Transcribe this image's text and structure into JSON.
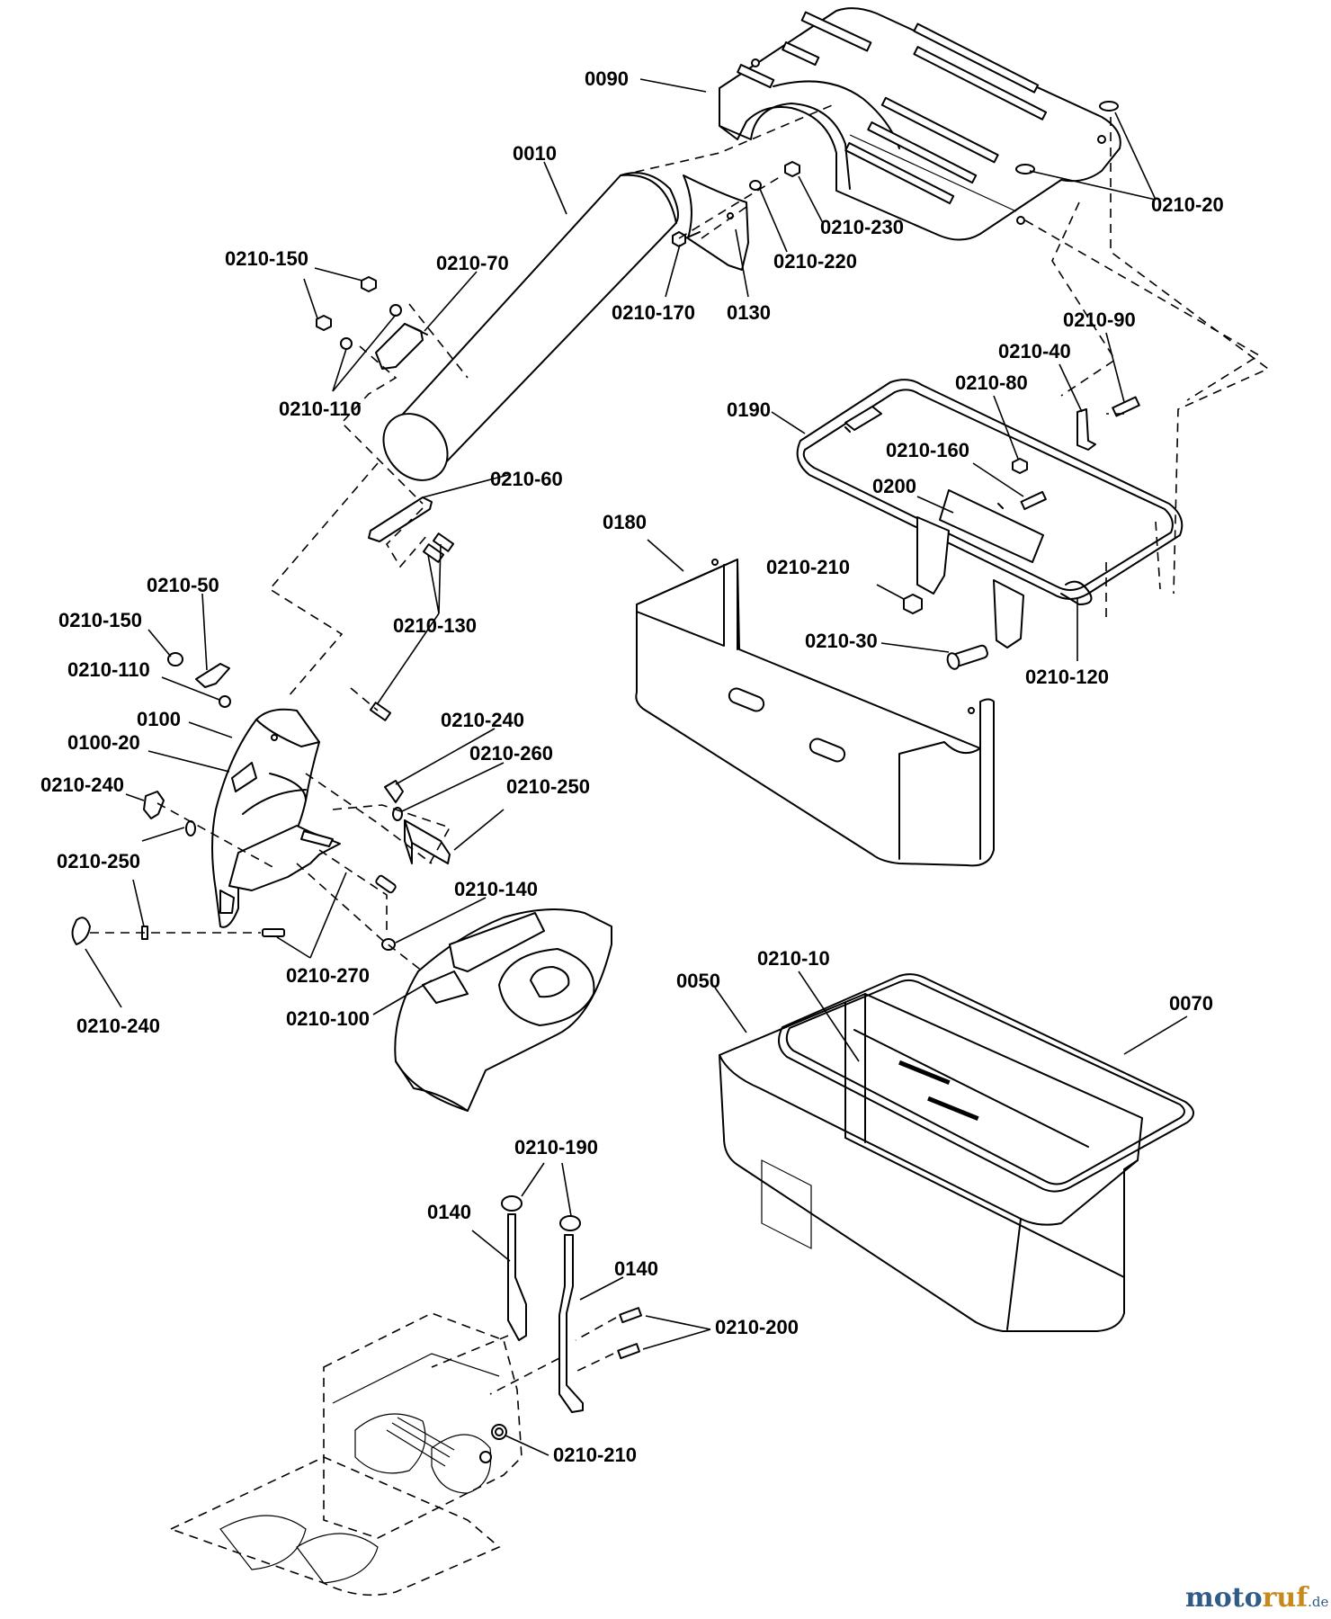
{
  "labels": [
    {
      "text": "0090"
    },
    {
      "text": "0010"
    },
    {
      "text": "0210-20"
    },
    {
      "text": "0210-230"
    },
    {
      "text": "0210-220"
    },
    {
      "text": "0210-170"
    },
    {
      "text": "0130"
    },
    {
      "text": "0210-150"
    },
    {
      "text": "0210-70"
    },
    {
      "text": "0210-110"
    },
    {
      "text": "0210-90"
    },
    {
      "text": "0210-40"
    },
    {
      "text": "0210-80"
    },
    {
      "text": "0190"
    },
    {
      "text": "0210-160"
    },
    {
      "text": "0200"
    },
    {
      "text": "0210-60"
    },
    {
      "text": "0180"
    },
    {
      "text": "0210-210"
    },
    {
      "text": "0210-30"
    },
    {
      "text": "0210-120"
    },
    {
      "text": "0210-50"
    },
    {
      "text": "0210-150"
    },
    {
      "text": "0210-130"
    },
    {
      "text": "0210-110"
    },
    {
      "text": "0100"
    },
    {
      "text": "0100-20"
    },
    {
      "text": "0210-240"
    },
    {
      "text": "0210-250"
    },
    {
      "text": "0210-240"
    },
    {
      "text": "0210-260"
    },
    {
      "text": "0210-250"
    },
    {
      "text": "0210-140"
    },
    {
      "text": "0210-270"
    },
    {
      "text": "0210-100"
    },
    {
      "text": "0210-240"
    },
    {
      "text": "0210-10"
    },
    {
      "text": "0050"
    },
    {
      "text": "0070"
    },
    {
      "text": "0210-190"
    },
    {
      "text": "0140"
    },
    {
      "text": "0140"
    },
    {
      "text": "0210-200"
    },
    {
      "text": "0210-210"
    }
  ],
  "watermark": {
    "main_a": "moto",
    "main_b": "ruf",
    "suffix": ".de"
  },
  "colors": {
    "line": "#000000",
    "background": "#ffffff",
    "watermark_blue": "#2f5b86",
    "watermark_orange": "#c8891c"
  }
}
